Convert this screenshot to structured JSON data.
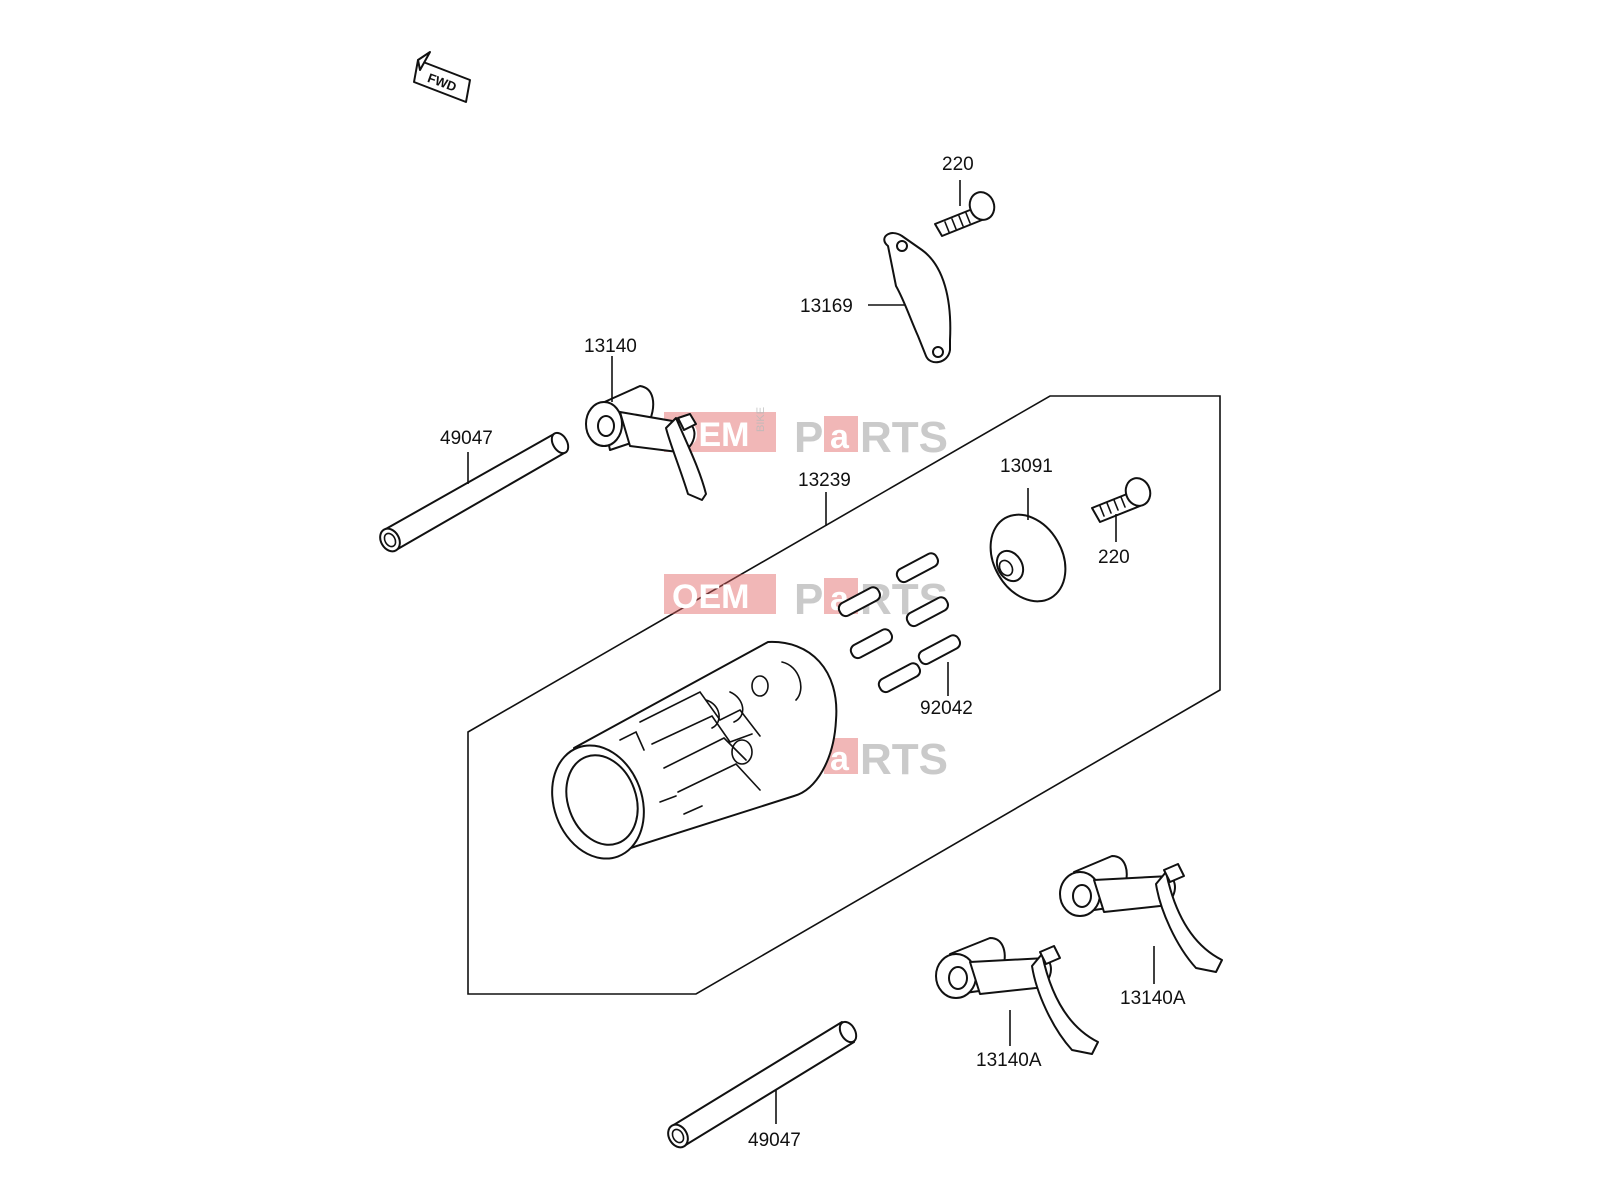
{
  "fwd_label": "FWD",
  "watermark": {
    "oem": "OEM",
    "bike": "BIKE",
    "parts_pre": "P",
    "parts_a": "a",
    "parts_post": "RTS"
  },
  "labels": {
    "p220_top": "220",
    "p13169": "13169",
    "p13140": "13140",
    "p49047_top": "49047",
    "p13239": "13239",
    "p13091": "13091",
    "p220_right": "220",
    "p92042": "92042",
    "p13140A_right": "13140A",
    "p13140A_left": "13140A",
    "p49047_bottom": "49047"
  }
}
